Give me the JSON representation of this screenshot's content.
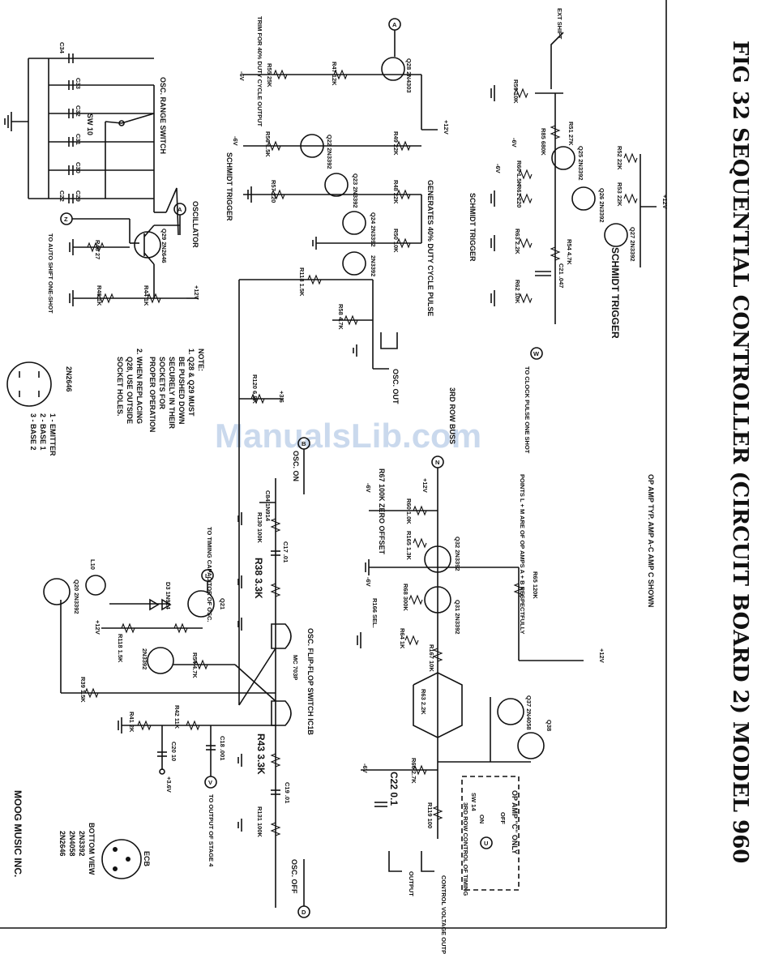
{
  "title": "FIG 32  SEQUENTIAL CONTROLLER (CIRCUIT BOARD 2) MODEL 960",
  "watermark": "ManualsLib.com",
  "manufacturer": "MOOG MUSIC INC.",
  "sections": {
    "oscillator": "OSCILLATOR",
    "range_switch": "OSC. RANGE SWITCH",
    "schmidt_trigger": "SCHMIDT TRIGGER",
    "schmidt_trigger_2": "SCHMIDT TRIGGER",
    "generates": "GENERATES 40% DUTY CYCLE PULSE",
    "trim": "TRIM FOR 40% DUTY CYCLE OUTPUT",
    "ext_shift": "EXT SHIFT",
    "clock_pulse": "TO CLOCK PULSE ONE SHOT",
    "auto_shift": "TO AUTO SHIFT ONE-SHOT",
    "op_amp": "OP AMP TYP. AMP A-C AMP C SHOWN",
    "points_note": "POINTS L + M ARE OF OP AMPS A + B RESPECTFULLY",
    "row_buss": "3RD ROW BUSS",
    "flip_flop": "OSC. FLIP-FLOP SWITCH IC1B",
    "timing_cap": "TO TIMING CAPACITOR OF OSC.",
    "output_stage": "TO OUTPUT OF STAGE 4",
    "op_amp_c_only": "OP AMP \"C\" ONLY",
    "row_control": "3RD ROW CONTROL OF TIMING",
    "control_voltage": "CONTROL VOLTAGE OUTPUT",
    "output": "OUTPUT",
    "osc_on": "OSC. ON",
    "osc_off": "OSC. OFF",
    "osc_out": "OSC. OUT"
  },
  "note": {
    "heading": "NOTE:",
    "line1": "1. Q28 & Q29 MUST",
    "line2": "BE PUSHED DOWN",
    "line3": "SECURELY IN THEIR",
    "line4": "SOCKETS FOR",
    "line5": "PROPER OPERATION",
    "line6": "2. WHEN REPLACING",
    "line7": "Q28, USE OUTSIDE",
    "line8": "SOCKET HOLES."
  },
  "pinout_2n2646": {
    "part": "2N2646",
    "pin1": "1 - EMITTER",
    "pin2": "2 - BASE 1",
    "pin3": "3 - BASE 2"
  },
  "ecb_view": {
    "label": "ECB",
    "caption": "BOTTOM VIEW",
    "parts": [
      "2N3392",
      "2N4058",
      "2N2646"
    ]
  },
  "components": {
    "r47": "R47 12K",
    "r55": "R55 25K",
    "r56": "R56 1.5K",
    "r57": "R57 220",
    "r49": "R49 22K",
    "r48": "R48 22K",
    "r50": "R50 10K",
    "r118": "R118 1.5K",
    "r58": "R58 4.7K",
    "r120": "R120 6.8K",
    "r46": "R46 27",
    "r45": "R45 1K",
    "r44": "R44 1K",
    "r59": "R59 10K",
    "r51": "R51 27K",
    "r85": "R85 680K",
    "r60": "R60 1.5K",
    "r61": "R61 220",
    "r52": "R52 22K",
    "r53": "R53 22K",
    "r54": "R54 4.7K",
    "r63": "R63 2.2K",
    "r62": "R62 10K",
    "c21": "C21 .047",
    "q28": "Q28 2N4303",
    "q22": "Q22 2N3392",
    "q23": "Q23 2N3392",
    "q24": "Q24 2N3392",
    "q29": "Q29 2N2646",
    "q25": "Q25 2N3392",
    "q26": "Q26 2N3392",
    "q27": "Q27 2N3392",
    "q32": "Q32 2N3392",
    "q31": "Q31 2N3392",
    "q37": "Q37 2N4058",
    "q38": "Q38",
    "q20": "Q20 2N3392",
    "q21": "Q21",
    "q30": "2N3392",
    "r67": "R67 100K ZERO OFFSET",
    "r60b": "R60 1.0K",
    "r165": "R165 1.3K",
    "r68": "R68 300K",
    "r166": "R166 SEL.",
    "r64": "R64 1K",
    "r167": "R167 10K",
    "r65": "R65 120K",
    "r66": "R66 2.7K",
    "r119": "R119 100",
    "r130": "R130 100K",
    "r38": "R38 3.3K",
    "r43": "R43 3.3K",
    "r131": "R131 100K",
    "r41": "R41 2K",
    "r42": "R42 11K",
    "r39": "R39 1.5K",
    "c17": "C17 .01",
    "c19": "C19 .01",
    "c18": "C18 .001",
    "c20": "C20 10",
    "c22": "C22 0.1",
    "c84": "C84 1N914",
    "d3": "D3 1N914",
    "l10": "L10",
    "ic": "MC 703P",
    "sw10": "SW 10",
    "sw14": "SW 14",
    "on": "ON",
    "off": "OFF",
    "caps": [
      "C34",
      "C33",
      "C32",
      "C31",
      "C30",
      "C29",
      "C22"
    ]
  },
  "rails": {
    "plus12": "+12V",
    "minus6": "-6V",
    "plus36": "+3.6V",
    "plus36b": "+3.6"
  },
  "nodes": {
    "a": "A",
    "a2": "A",
    "z": "Z",
    "w": "W",
    "n": "N",
    "b": "B",
    "d": "D",
    "l": "L",
    "v": "V",
    "u": "U"
  }
}
